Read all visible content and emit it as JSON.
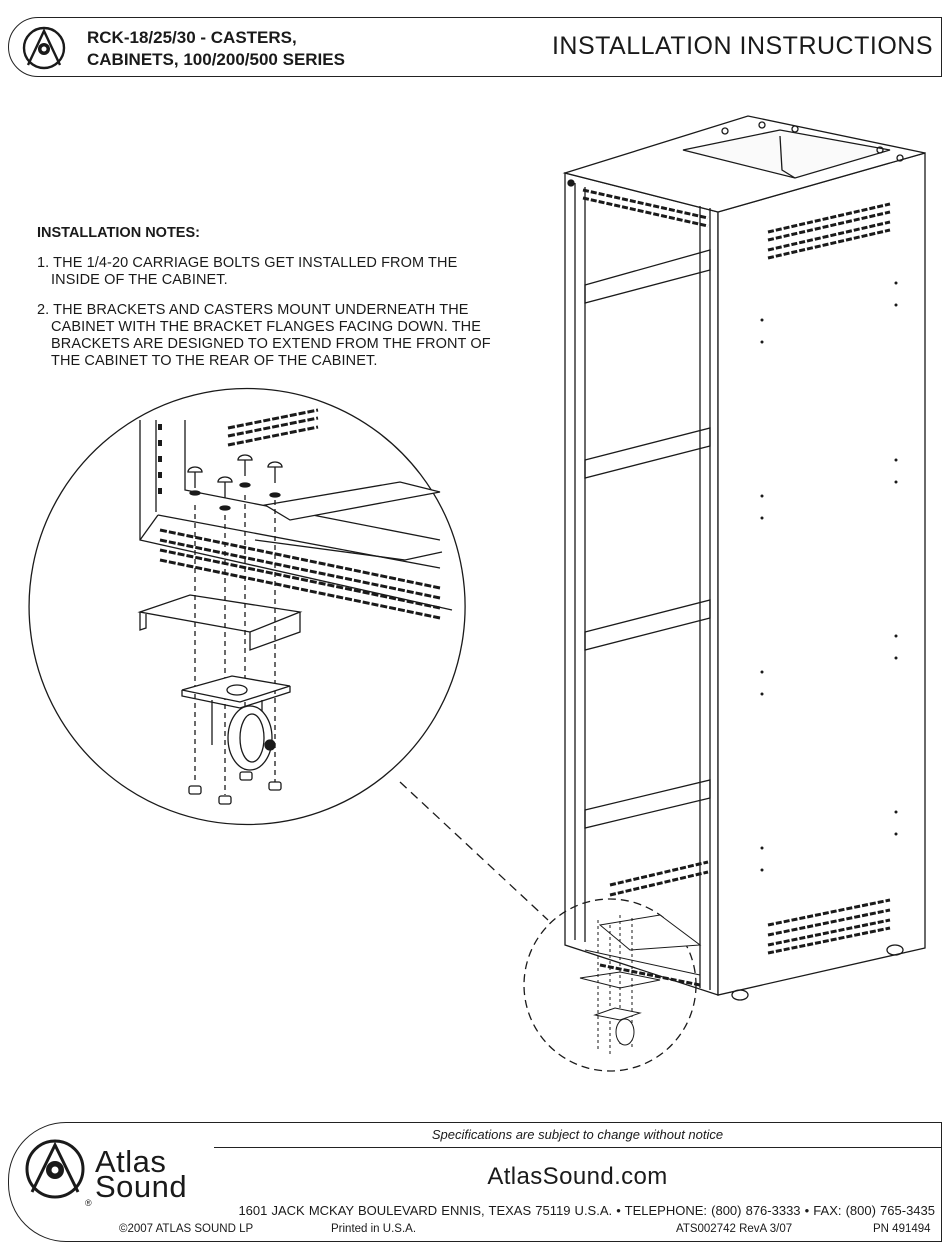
{
  "header": {
    "title_line1": "RCK-18/25/30 - CASTERS,",
    "title_line2": "CABINETS, 100/200/500 SERIES",
    "doc_type": "INSTALLATION INSTRUCTIONS",
    "logo_icon": "atlas-logo-icon"
  },
  "notes": {
    "heading": "INSTALLATION NOTES:",
    "items": [
      "1. THE 1/4-20 CARRIAGE BOLTS GET INSTALLED FROM THE INSIDE OF THE CABINET.",
      "2. THE BRACKETS AND CASTERS MOUNT UNDERNEATH THE CABINET WITH THE BRACKET FLANGES FACING DOWN. THE BRACKETS ARE DESIGNED TO EXTEND FROM THE FRONT OF THE CABINET TO THE REAR OF THE CABINET."
    ]
  },
  "footer": {
    "spec_notice": "Specifications are subject to change without notice",
    "brand_line1": "Atlas",
    "brand_line2": "Sound",
    "brand_reg": "®",
    "website": "AtlasSound.com",
    "address": "1601 JACK MCKAY BOULEVARD ENNIS, TEXAS 75119 U.S.A.  •  TELEPHONE: (800) 876-3333  •  FAX: (800) 765-3435",
    "copyright": "©2007 ATLAS SOUND LP",
    "printed": "Printed in U.S.A.",
    "doc_number": "ATS002742 RevA 3/07",
    "part_number": "PN 491494"
  }
}
